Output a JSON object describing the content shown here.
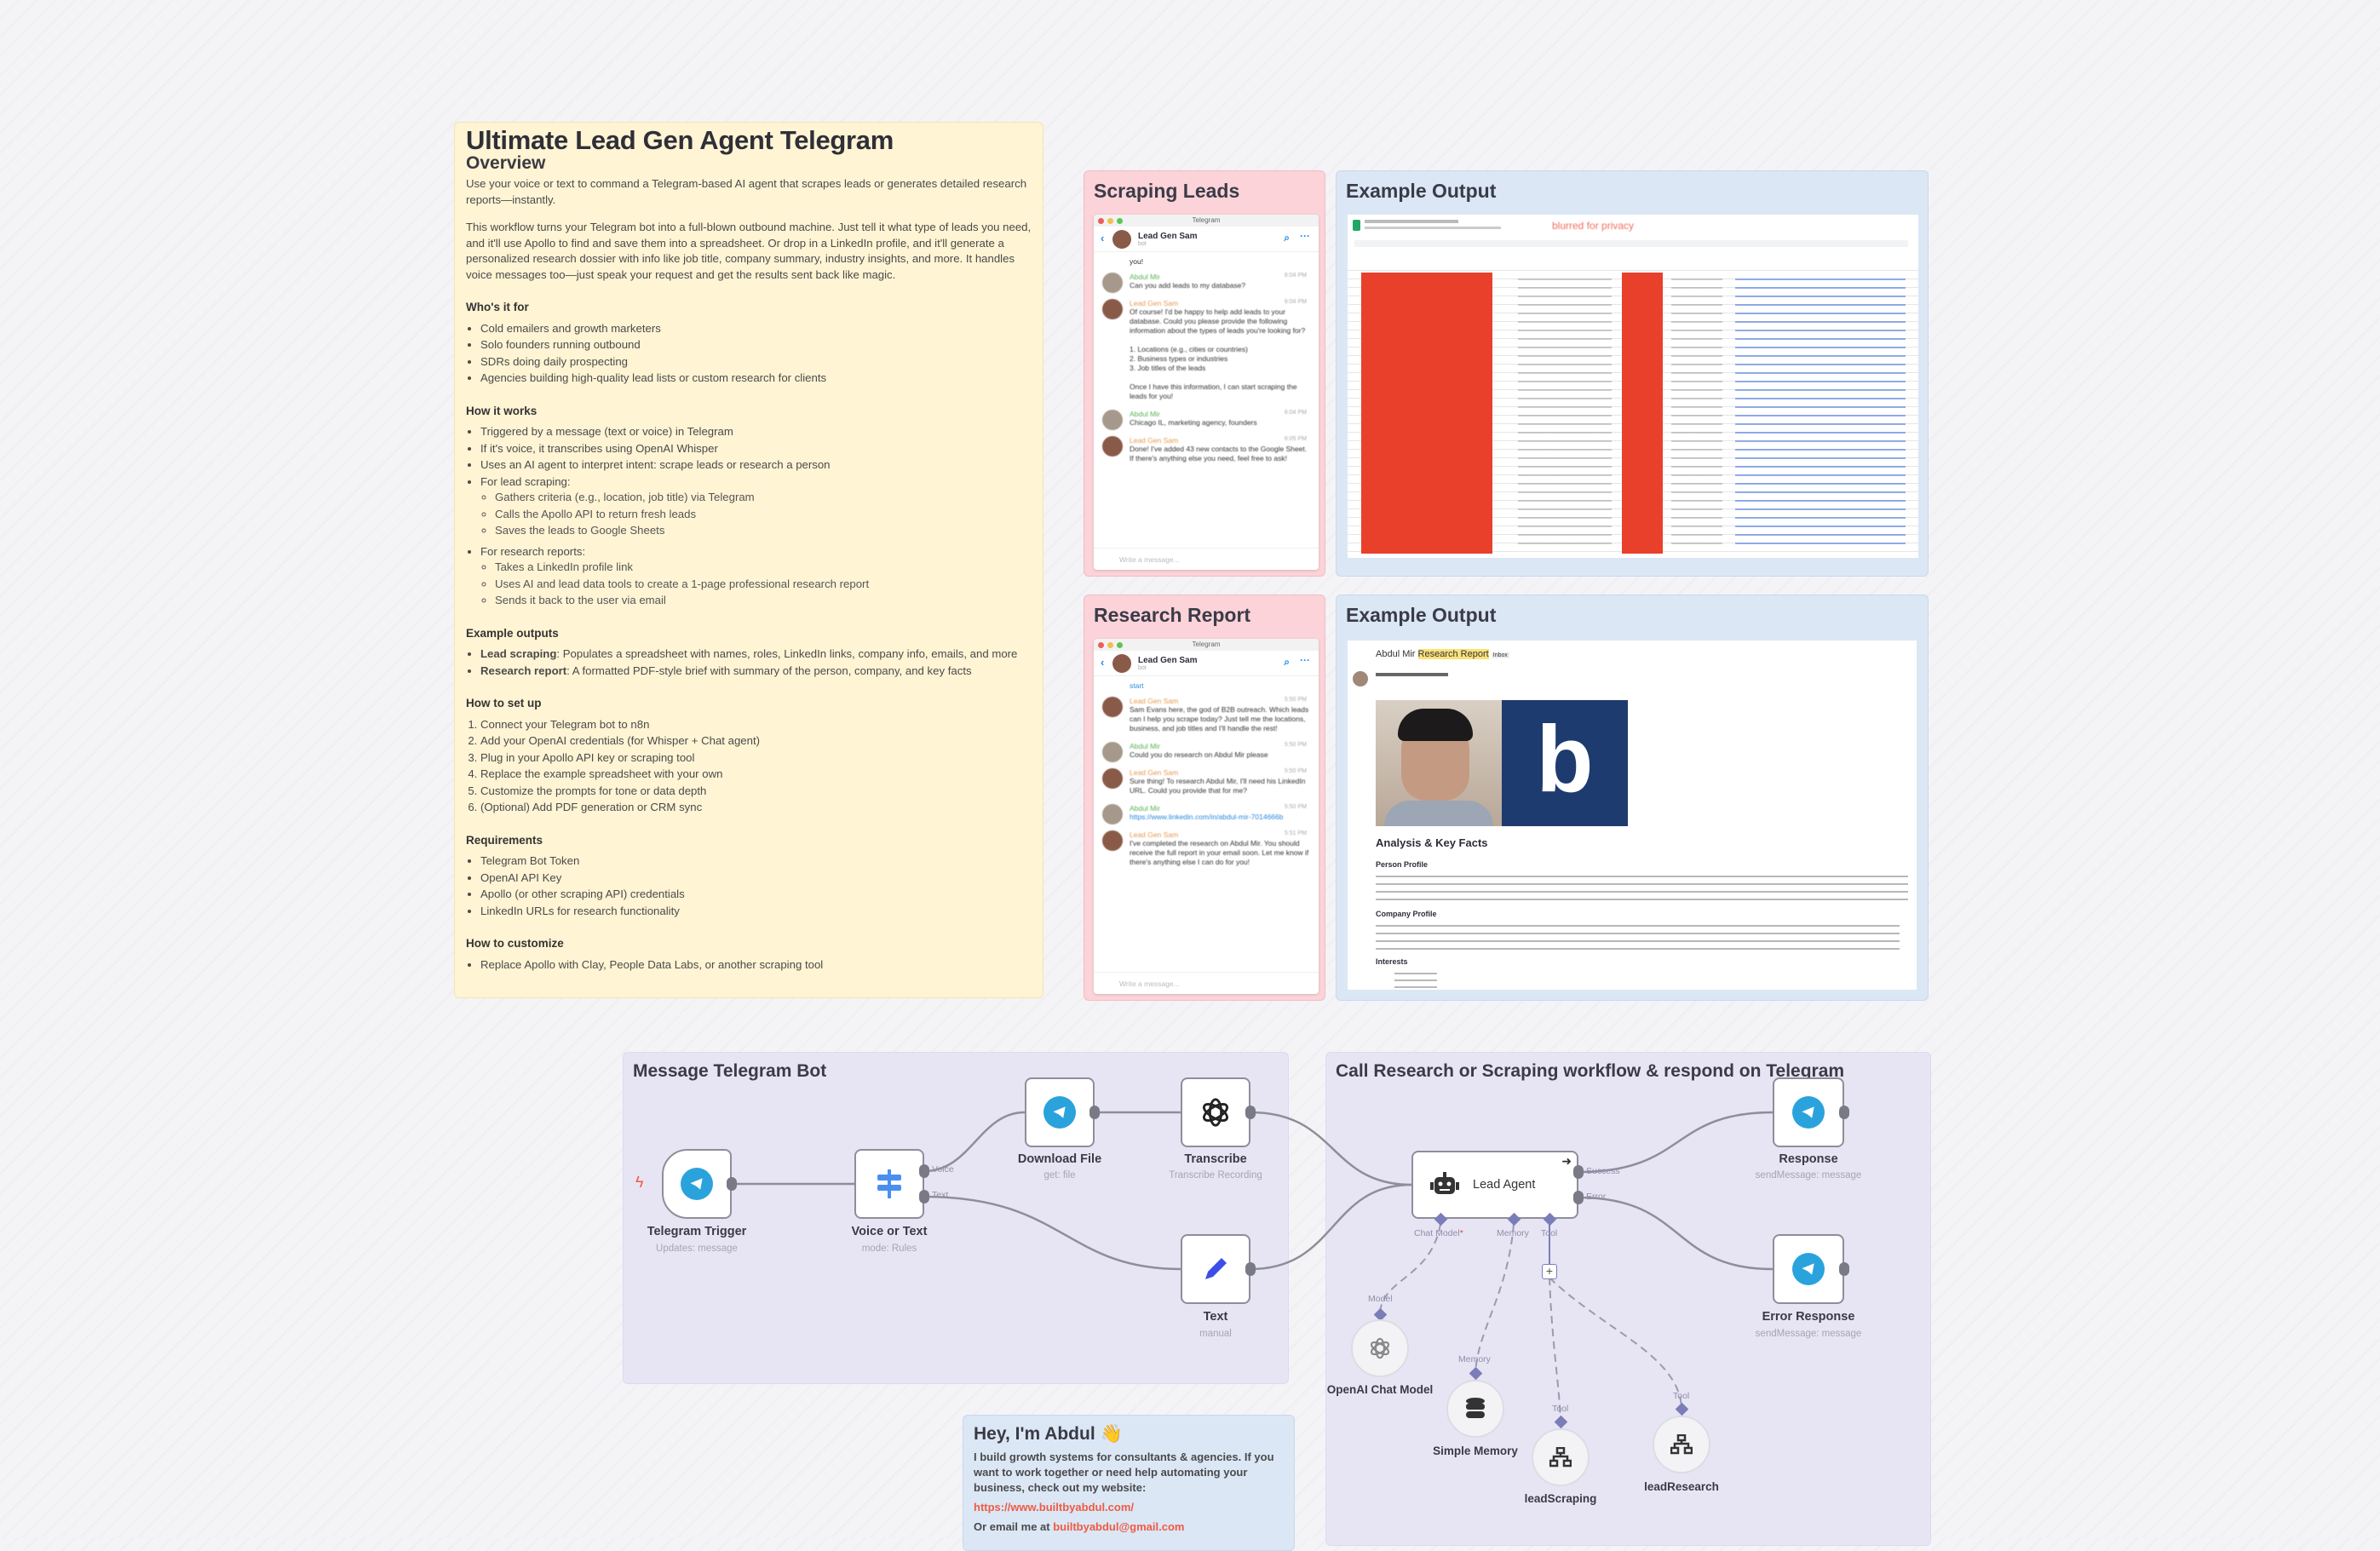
{
  "overview_note": {
    "title": "Ultimate Lead Gen Agent Telegram",
    "overview_heading": "Overview",
    "intro": "Use your voice or text to command a Telegram-based AI agent that scrapes leads or generates detailed research reports—instantly.",
    "description": "This workflow turns your Telegram bot into a full-blown outbound machine. Just tell it what type of leads you need, and it'll use Apollo to find and save them into a spreadsheet. Or drop in a LinkedIn profile, and it'll generate a personalized research dossier with info like job title, company summary, industry insights, and more. It handles voice messages too—just speak your request and get the results sent back like magic.",
    "whos_it_for_heading": "Who's it for",
    "whos_it_for": [
      "Cold emailers and growth marketers",
      "Solo founders running outbound",
      "SDRs doing daily prospecting",
      "Agencies building high-quality lead lists or custom research for clients"
    ],
    "how_it_works_heading": "How it works",
    "how_it_works": [
      "Triggered by a message (text or voice) in Telegram",
      "If it's voice, it transcribes using OpenAI Whisper",
      "Uses an AI agent to interpret intent: scrape leads or research a person",
      "For lead scraping:"
    ],
    "lead_scraping_steps": [
      "Gathers criteria (e.g., location, job title) via Telegram",
      "Calls the Apollo API to return fresh leads",
      "Saves the leads to Google Sheets"
    ],
    "research_item": "For research reports:",
    "research_steps": [
      "Takes a LinkedIn profile link",
      "Uses AI and lead data tools to create a 1-page professional research report",
      "Sends it back to the user via email"
    ],
    "example_outputs_heading": "Example outputs",
    "example_outputs": [
      {
        "bold": "Lead scraping",
        "text": ": Populates a spreadsheet with names, roles, LinkedIn links, company info, emails, and more"
      },
      {
        "bold": "Research report",
        "text": ": A formatted PDF-style brief with summary of the person, company, and key facts"
      }
    ],
    "setup_heading": "How to set up",
    "setup_steps": [
      "Connect your Telegram bot to n8n",
      "Add your OpenAI credentials (for Whisper + Chat agent)",
      "Plug in your Apollo API key or scraping tool",
      "Replace the example spreadsheet with your own",
      "Customize the prompts for tone or data depth",
      "(Optional) Add PDF generation or CRM sync"
    ],
    "requirements_heading": "Requirements",
    "requirements": [
      "Telegram Bot Token",
      "OpenAI API Key",
      "Apollo (or other scraping API) credentials",
      "LinkedIn URLs for research functionality"
    ],
    "customize_heading": "How to customize",
    "customize": [
      "Replace Apollo with Clay, People Data Labs, or another scraping tool"
    ]
  },
  "scraping_leads": {
    "title": "Scraping Leads",
    "window_title": "Telegram",
    "chat_name": "Lead Gen Sam",
    "chat_status": "bot",
    "partial_top": "you!",
    "messages": [
      {
        "sender": "Abdul Mir",
        "time": "6:04 PM",
        "text": "Can you add leads to my database?",
        "user": true
      },
      {
        "sender": "Lead Gen Sam",
        "time": "6:04 PM",
        "text": "Of course! I'd be happy to help add leads to your database. Could you please provide the following information about the types of leads you're looking for?\n\n1. Locations (e.g., cities or countries)\n2. Business types or industries\n3. Job titles of the leads\n\nOnce I have this information, I can start scraping the leads for you!",
        "user": false
      },
      {
        "sender": "Abdul Mir",
        "time": "6:04 PM",
        "text": "Chicago IL, marketing agency, founders",
        "user": true
      },
      {
        "sender": "Lead Gen Sam",
        "time": "6:05 PM",
        "text": "Done! I've added 43 new contacts to the Google Sheet. If there's anything else you need, feel free to ask!",
        "user": false
      }
    ],
    "input_placeholder": "Write a message..."
  },
  "research_report": {
    "title": "Research Report",
    "window_title": "Telegram",
    "chat_name": "Lead Gen Sam",
    "chat_status": "bot",
    "partial_top": "start",
    "messages": [
      {
        "sender": "Lead Gen Sam",
        "time": "5:50 PM",
        "text": "Sam Evans here, the god of B2B outreach. Which leads can I help you scrape today? Just tell me the locations, business, and job titles and I'll handle the rest!",
        "user": false
      },
      {
        "sender": "Abdul Mir",
        "time": "5:50 PM",
        "text": "Could you do research on Abdul Mir please",
        "user": true
      },
      {
        "sender": "Lead Gen Sam",
        "time": "5:50 PM",
        "text": "Sure thing! To research Abdul Mir, I'll need his LinkedIn URL. Could you provide that for me?",
        "user": false
      },
      {
        "sender": "Abdul Mir",
        "time": "5:50 PM",
        "text": "https://www.linkedin.com/in/abdul-mir-7014666b",
        "user": true,
        "link": true
      },
      {
        "sender": "Lead Gen Sam",
        "time": "5:51 PM",
        "text": "I've completed the research on Abdul Mir. You should receive the full report in your email soon. Let me know if there's anything else I can do for you!",
        "user": false
      }
    ],
    "input_placeholder": "Write a message..."
  },
  "example_output_sheet": {
    "title": "Example Output",
    "privacy_label": "blurred for privacy"
  },
  "example_output_email": {
    "title": "Example Output",
    "subject_prefix": "Abdul Mir ",
    "subject_highlight": "Research Report",
    "inbox_badge": "Inbox",
    "logo_letter": "b",
    "heading": "Analysis & Key Facts",
    "section1": "Person Profile",
    "section2": "Company Profile",
    "section3": "Interests"
  },
  "group_message": {
    "title": "Message Telegram Bot",
    "nodes": {
      "trigger": {
        "label": "Telegram Trigger",
        "sub": "Updates: message"
      },
      "switch": {
        "label": "Voice or Text",
        "sub": "mode: Rules",
        "out1": "Voice",
        "out2": "Text"
      },
      "download": {
        "label": "Download File",
        "sub": "get: file"
      },
      "transcribe": {
        "label": "Transcribe",
        "sub": "Transcribe Recording"
      },
      "text": {
        "label": "Text",
        "sub": "manual"
      }
    }
  },
  "group_agent": {
    "title": "Call Research or Scraping workflow & respond on Telegram",
    "agent": {
      "label": "Lead Agent",
      "success": "Success",
      "error": "Error",
      "port_model": "Chat Model",
      "port_memory": "Memory",
      "port_tool": "Tool"
    },
    "response": {
      "label": "Response",
      "sub": "sendMessage: message"
    },
    "error_response": {
      "label": "Error Response",
      "sub": "sendMessage: message"
    },
    "openai": {
      "label": "OpenAI Chat Model",
      "port": "Model"
    },
    "memory": {
      "label": "Simple Memory",
      "port": "Memory"
    },
    "lead_scraping": {
      "label": "leadScraping",
      "port": "Tool"
    },
    "lead_research": {
      "label": "leadResearch",
      "port": "Tool"
    }
  },
  "abdul_note": {
    "title": "Hey, I'm Abdul 👋",
    "body": "I build growth systems for consultants & agencies. If you want to work together or need help automating your business, check out my website:",
    "link": "https://www.builtbyabdul.com/",
    "email_prefix": "Or email me at ",
    "email": "builtbyabdul@gmail.com"
  },
  "colors": {
    "telegram": "#2aa3dc",
    "accent_link": "#ef5a43",
    "redaction": "#e8402a",
    "edge": "#8e8e9a",
    "sub_port": "#7b7db8"
  }
}
